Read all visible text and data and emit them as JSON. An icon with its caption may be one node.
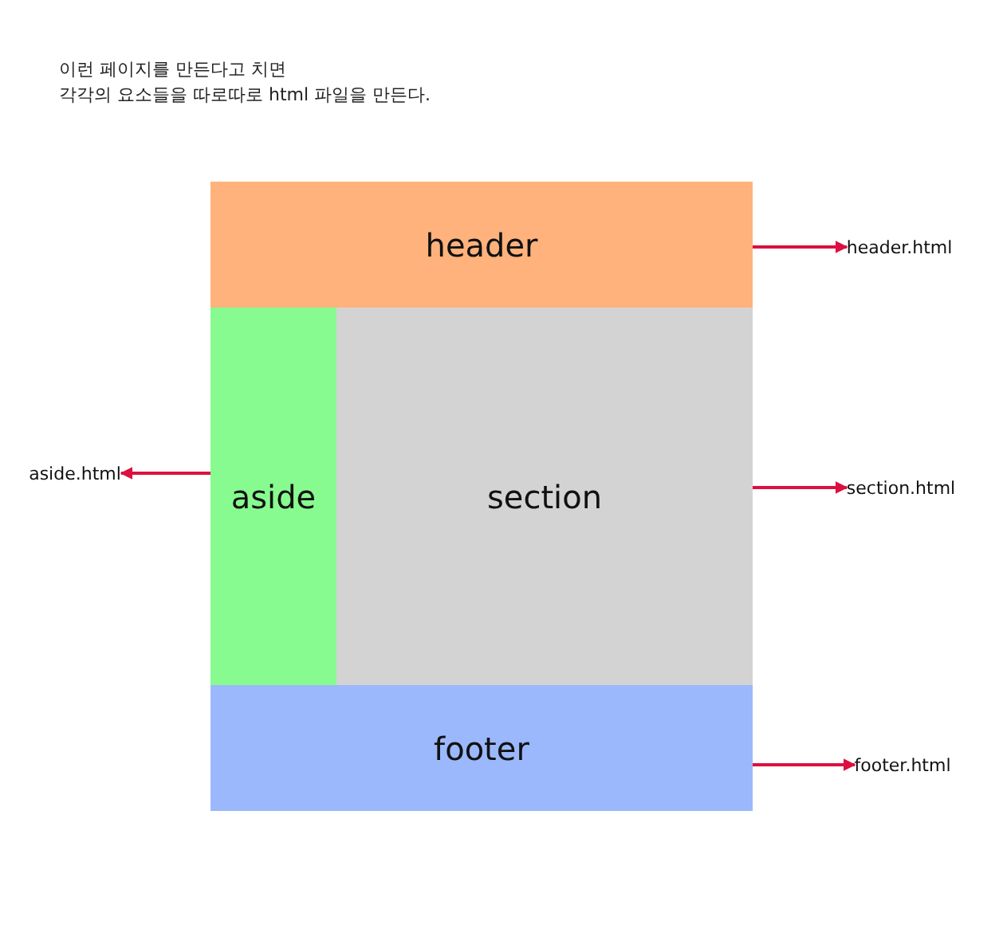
{
  "diagram": {
    "nodes": [
      {
        "text": [
          "header"
        ]
      },
      {
        "text": [
          "aside"
        ]
      },
      {
        "text": [
          "section"
        ]
      },
      {
        "text": [
          "footer"
        ]
      },
      {
        "text": [
          "header.html"
        ]
      },
      {
        "text": [
          "aside.html"
        ]
      },
      {
        "text": [
          "section.html"
        ]
      },
      {
        "text": [
          "footer.html"
        ]
      }
    ],
    "edges": [
      {
        "from": 0,
        "to": 4,
        "arrow": "to"
      },
      {
        "from": 1,
        "to": 5,
        "arrow": "to"
      },
      {
        "from": 2,
        "to": 6,
        "arrow": "to"
      },
      {
        "from": 3,
        "to": 7,
        "arrow": "to"
      }
    ],
    "labels": [
      "이런 페이지를 만든다고 치면",
      "각각의 요소들을 따로따로 html 파일을 만든다."
    ]
  }
}
